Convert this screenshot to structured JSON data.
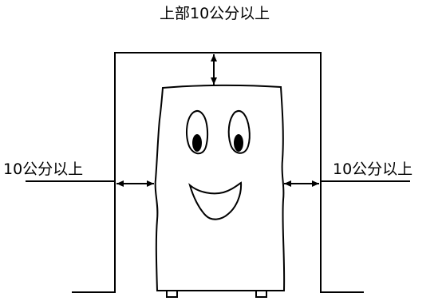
{
  "labels": {
    "top_clearance": "上部10公分以上",
    "left_clearance": "10公分以上",
    "right_clearance": "10公分以上"
  },
  "colors": {
    "stroke": "#000000",
    "background": "#ffffff"
  },
  "elements": {
    "enclosure": "wall-enclosure",
    "appliance": "appliance-with-face",
    "arrows": [
      "top-clearance-arrow",
      "left-clearance-arrow",
      "right-clearance-arrow"
    ]
  }
}
